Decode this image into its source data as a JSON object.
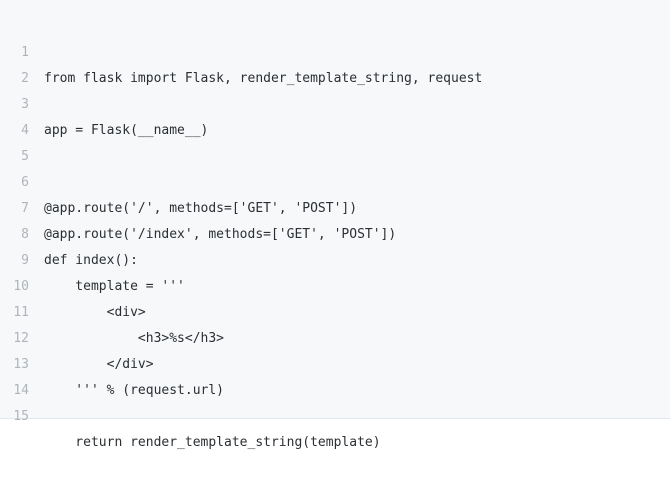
{
  "code": {
    "lines": [
      {
        "number": "1",
        "text": "from flask import Flask, render_template_string, request"
      },
      {
        "number": "2",
        "text": ""
      },
      {
        "number": "3",
        "text": "app = Flask(__name__)"
      },
      {
        "number": "4",
        "text": ""
      },
      {
        "number": "5",
        "text": ""
      },
      {
        "number": "6",
        "text": "@app.route('/', methods=['GET', 'POST'])"
      },
      {
        "number": "7",
        "text": "@app.route('/index', methods=['GET', 'POST'])"
      },
      {
        "number": "8",
        "text": "def index():"
      },
      {
        "number": "9",
        "text": "    template = '''"
      },
      {
        "number": "10",
        "text": "        <div>"
      },
      {
        "number": "11",
        "text": "            <h3>%s</h3>"
      },
      {
        "number": "12",
        "text": "        </div>"
      },
      {
        "number": "13",
        "text": "    ''' % (request.url)"
      },
      {
        "number": "14",
        "text": ""
      },
      {
        "number": "15",
        "text": "    return render_template_string(template)"
      }
    ]
  },
  "colors": {
    "background": "#f6f8fa",
    "line_number": "#b0b4b9",
    "code_text": "#2b2f33"
  }
}
